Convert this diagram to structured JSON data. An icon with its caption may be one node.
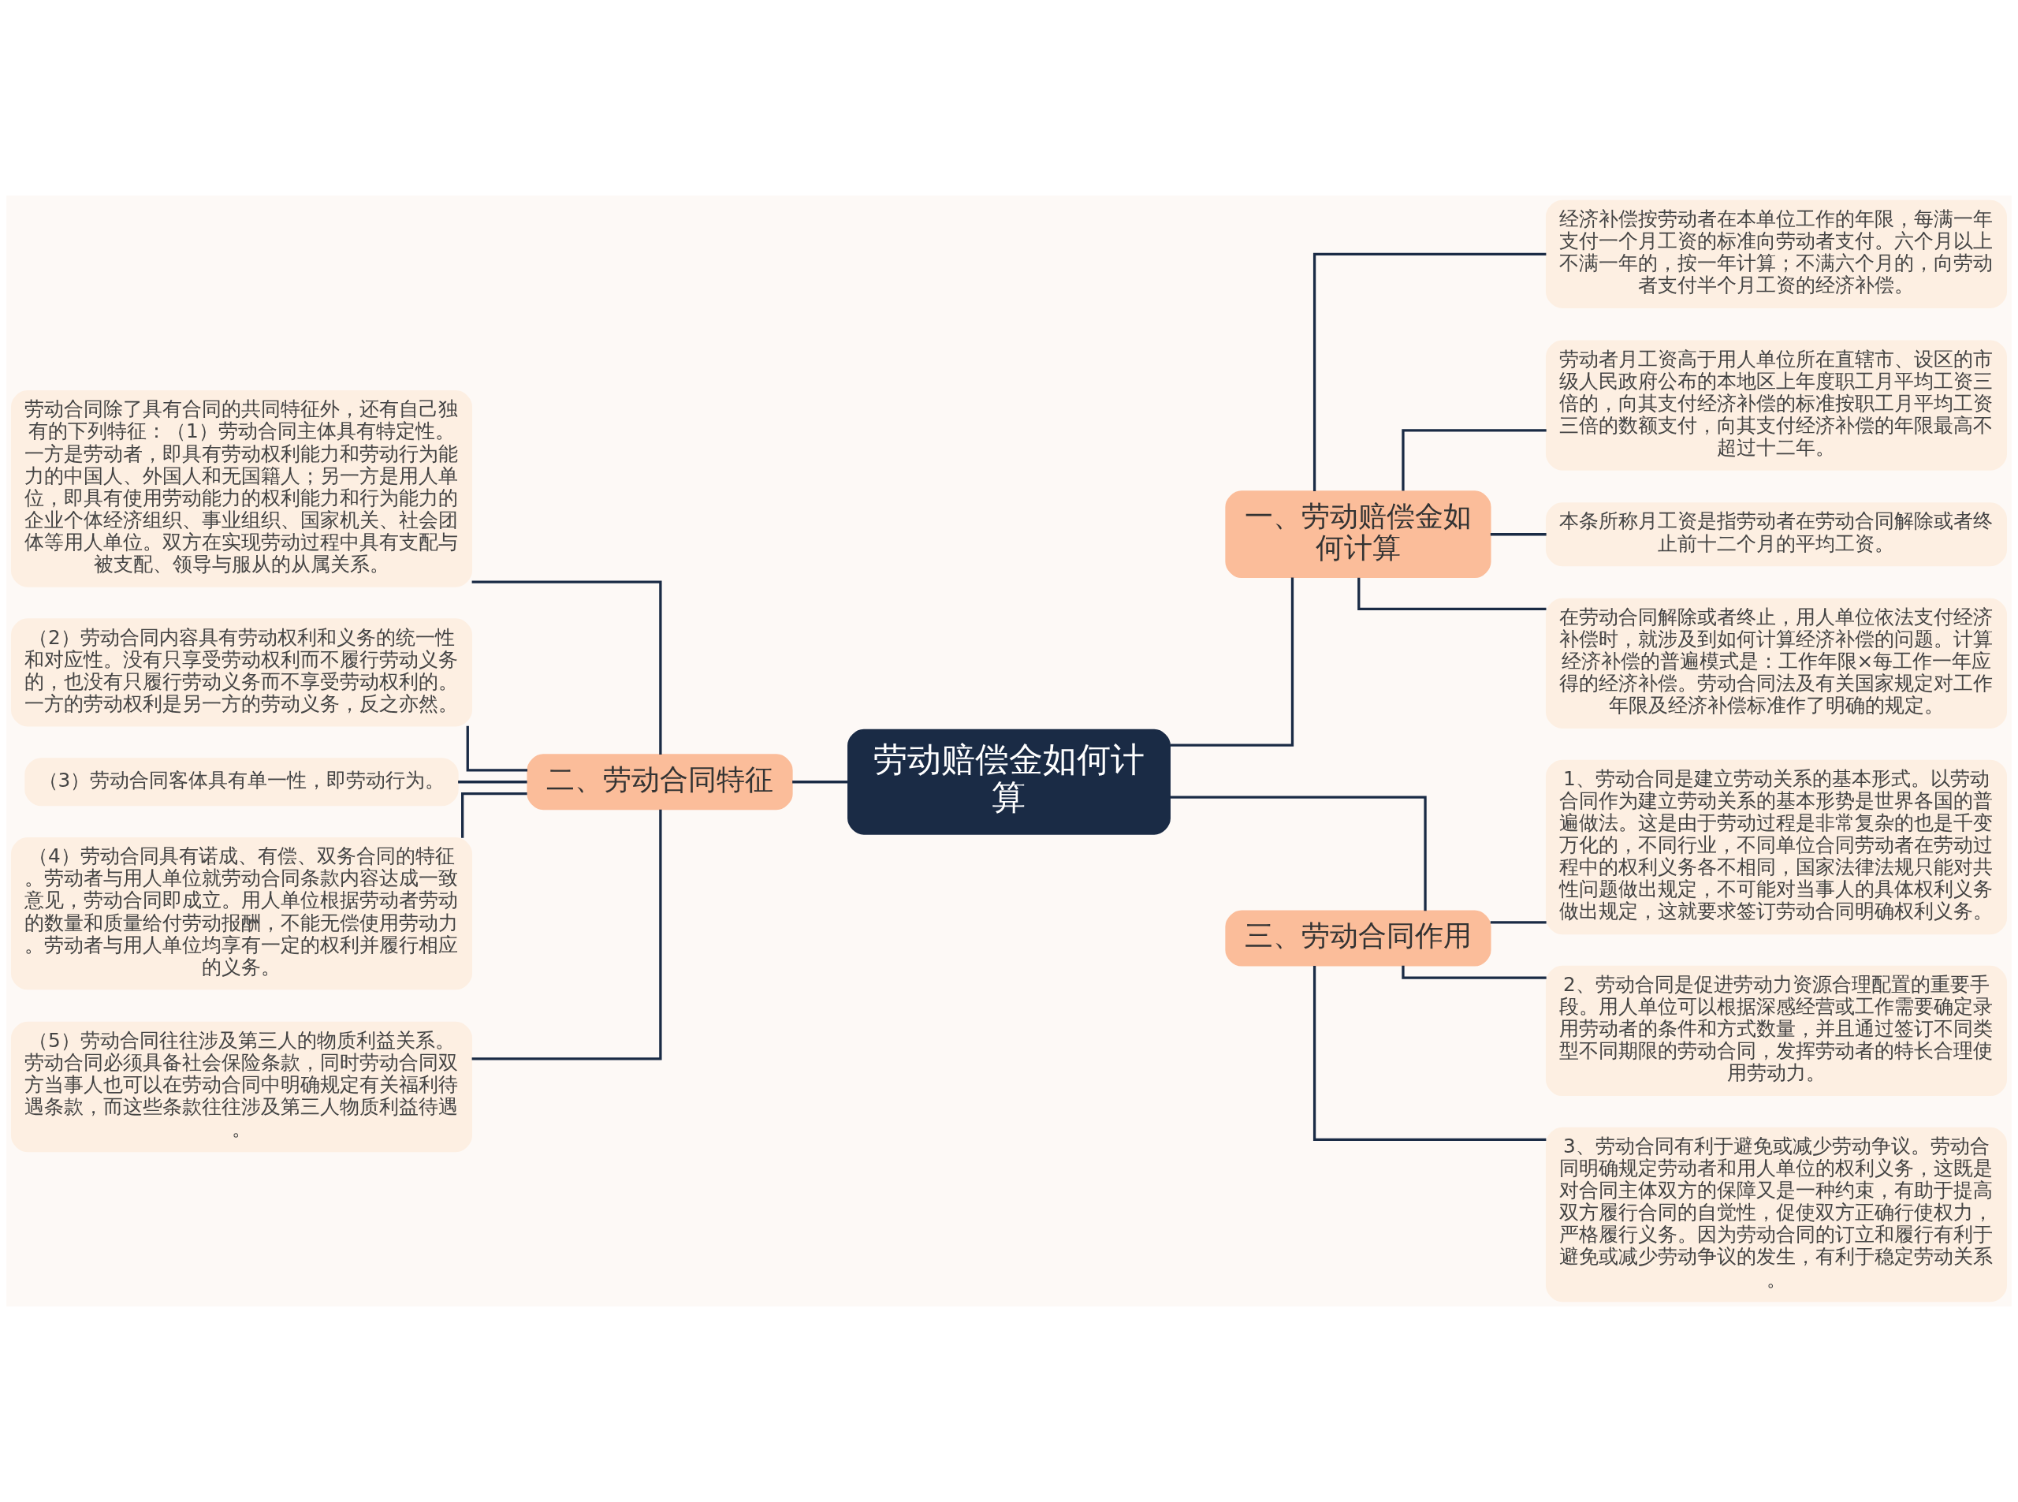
{
  "diagram": {
    "nodes": [
      {
        "text": [
          "劳动赔偿金如何计算"
        ]
      },
      {
        "text": [
          "一、劳动赔偿金如何计算"
        ]
      },
      {
        "text": [
          "经济补偿按劳动者在本单位工作的年限，每满一年支付一个月工资的标准向劳动者支付。六个月以上不满一年的，按一年计算；不满六个月的，向劳动者支付半个月工资的经济补偿。"
        ]
      },
      {
        "text": [
          "劳动者月工资高于用人单位所在直辖市、设区的市级人民政府公布的本地区上年度职工月平均工资三倍的，向其支付经济补偿的标准按职工月平均工资三倍的数额支付，向其支付经济补偿的年限最高不超过十二年。"
        ]
      },
      {
        "text": [
          "本条所称月工资是指劳动者在劳动合同解除或者终止前十二个月的平均工资。"
        ]
      },
      {
        "text": [
          "在劳动合同解除或者终止，用人单位依法支付经济补偿时，就涉及到如何计算经济补偿的问题。计算经济补偿的普遍模式是：工作年限×每工作一年应得的经济补偿。劳动合同法及有关国家规定对工作年限及经济补偿标准作了明确的规定。"
        ]
      },
      {
        "text": [
          "二、劳动合同特征"
        ]
      },
      {
        "text": [
          "劳动合同除了具有合同的共同特征外，还有自己独有的下列特征：（1）劳动合同主体具有特定性。一方是劳动者，即具有劳动权利能力和劳动行为能力的中国人、外国人和无国籍人；另一方是用人单位，即具有使用劳动能力的权利能力和行为能力的企业个体经济组织、事业组织、国家机关、社会团体等用人单位。双方在实现劳动过程中具有支配与被支配、领导与服从的从属关系。"
        ]
      },
      {
        "text": [
          "（2）劳动合同内容具有劳动权利和义务的统一性和对应性。没有只享受劳动权利而不履行劳动义务的，也没有只履行劳动义务而不享受劳动权利的。一方的劳动权利是另一方的劳动义务，反之亦然。"
        ]
      },
      {
        "text": [
          "（3）劳动合同客体具有单一性，即劳动行为。"
        ]
      },
      {
        "text": [
          "（4）劳动合同具有诺成、有偿、双务合同的特征。劳动者与用人单位就劳动合同条款内容达成一致意见，劳动合同即成立。用人单位根据劳动者劳动的数量和质量给付劳动报酬，不能无偿使用劳动力。劳动者与用人单位均享有一定的权利并履行相应的义务。"
        ]
      },
      {
        "text": [
          "（5）劳动合同往往涉及第三人的物质利益关系。劳动合同必须具备社会保险条款，同时劳动合同双方当事人也可以在劳动合同中明确规定有关福利待遇条款，而这些条款往往涉及第三人物质利益待遇。"
        ]
      },
      {
        "text": [
          "三、劳动合同作用"
        ]
      },
      {
        "text": [
          "1、劳动合同是建立劳动关系的基本形式。以劳动合同作为建立劳动关系的基本形势是世界各国的普遍做法。这是由于劳动过程是非常复杂的也是千变万化的，不同行业，不同单位合同劳动者在劳动过程中的权利义务各不相同，国家法律法规只能对共性问题做出规定，不可能对当事人的具体权利义务做出规定，这就要求签订劳动合同明确权利义务。"
        ]
      },
      {
        "text": [
          "2、劳动合同是促进劳动力资源合理配置的重要手段。用人单位可以根据深感经营或工作需要确定录用劳动者的条件和方式数量，并且通过签订不同类型不同期限的劳动合同，发挥劳动者的特长合理使用劳动力。"
        ]
      },
      {
        "text": [
          "3、劳动合同有利于避免或减少劳动争议。劳动合同明确规定劳动者和用人单位的权利义务，这既是对合同主体双方的保障又是一种约束，有助于提高双方履行合同的自觉性，促使双方正确行使权力，严格履行义务。因为劳动合同的订立和履行有利于避免或减少劳动争议的发生，有利于稳定劳动关系。"
        ]
      }
    ],
    "edges": [
      {
        "from": 0,
        "to": 1,
        "arrow": "none"
      },
      {
        "from": 1,
        "to": 2,
        "arrow": "none"
      },
      {
        "from": 1,
        "to": 3,
        "arrow": "none"
      },
      {
        "from": 1,
        "to": 4,
        "arrow": "none"
      },
      {
        "from": 1,
        "to": 5,
        "arrow": "none"
      },
      {
        "from": 0,
        "to": 6,
        "arrow": "none"
      },
      {
        "from": 6,
        "to": 7,
        "arrow": "none"
      },
      {
        "from": 6,
        "to": 8,
        "arrow": "none"
      },
      {
        "from": 6,
        "to": 9,
        "arrow": "none"
      },
      {
        "from": 6,
        "to": 10,
        "arrow": "none"
      },
      {
        "from": 6,
        "to": 11,
        "arrow": "none"
      },
      {
        "from": 0,
        "to": 12,
        "arrow": "none"
      },
      {
        "from": 12,
        "to": 13,
        "arrow": "none"
      },
      {
        "from": 12,
        "to": 14,
        "arrow": "none"
      },
      {
        "from": 12,
        "to": 15,
        "arrow": "none"
      }
    ]
  }
}
